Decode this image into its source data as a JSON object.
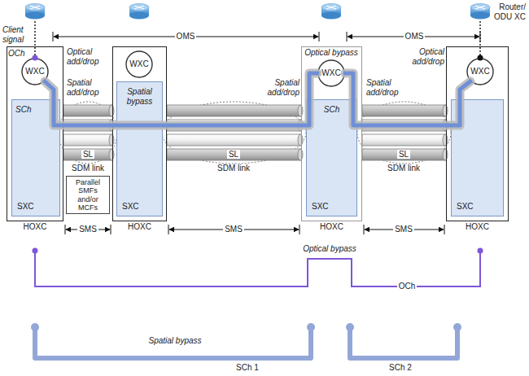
{
  "diagram": {
    "nodes": [
      {
        "text": [
          "HOXC"
        ]
      },
      {
        "text": [
          "WXC"
        ],
        "in": 0
      },
      {
        "text": [
          "SCh",
          "SXC"
        ],
        "in": 0
      },
      {
        "text": [
          "HOXC"
        ]
      },
      {
        "text": [
          "WXC"
        ],
        "in": 3
      },
      {
        "text": [
          "Spatial bypass",
          "SXC"
        ],
        "in": 3
      },
      {
        "text": [
          "HOXC"
        ]
      },
      {
        "text": [
          "WXC"
        ],
        "in": 6
      },
      {
        "text": [
          "SCh",
          "SXC"
        ],
        "in": 6
      },
      {
        "text": [
          "HOXC"
        ]
      },
      {
        "text": [
          "WXC"
        ],
        "in": 9
      },
      {
        "text": [
          "SXC"
        ],
        "in": 9
      },
      {
        "text": [
          "Parallel SMFs and/or MCFs"
        ]
      }
    ],
    "labels": [
      "Router/ ODU XC",
      "Client signal",
      "OMS",
      "OMS",
      "OCh",
      "Optical add/drop",
      "Spatial add/drop",
      "Optical bypass",
      "Spatial add/drop",
      "Spatial add/drop",
      "Optical add/drop",
      "SL",
      "SDM link",
      "SL",
      "SDM link",
      "SL",
      "SDM link",
      "SMS",
      "SMS",
      "SMS",
      "Optical bypass",
      "OCh",
      "Spatial bypass",
      "SCh 1",
      "SCh 2"
    ]
  }
}
